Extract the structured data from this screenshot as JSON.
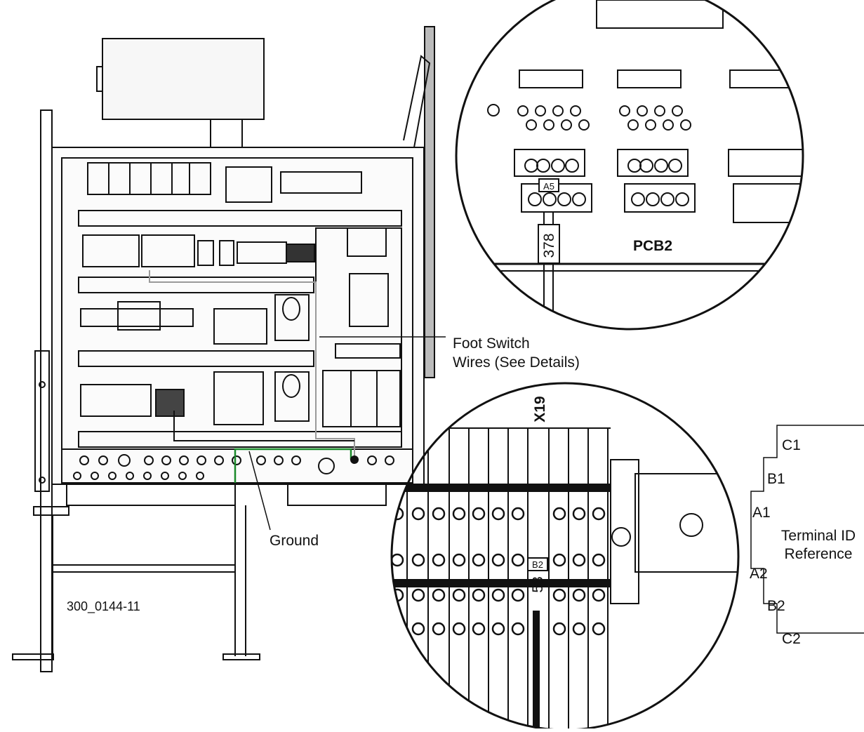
{
  "labels": {
    "foot_switch_line1": "Foot Switch",
    "foot_switch_line2": "Wires (See Details)",
    "ground": "Ground",
    "drawing_number": "300_0144-11",
    "pcb": "PCB2",
    "wire_upper": "378",
    "terminal_upper": "A5",
    "terminal_block": "X19",
    "terminal_lower": "B2",
    "wire_lower": "53"
  },
  "terminal_reference": {
    "title_line1": "Terminal ID",
    "title_line2": "Reference",
    "ids": [
      "C1",
      "B1",
      "A1",
      "A2",
      "B2",
      "C2"
    ]
  },
  "colors": {
    "line": "#111111",
    "panel_fill": "#f2f2f2",
    "ground_wire": "#1a8a2a",
    "wire_gray": "#9a9a9a"
  }
}
